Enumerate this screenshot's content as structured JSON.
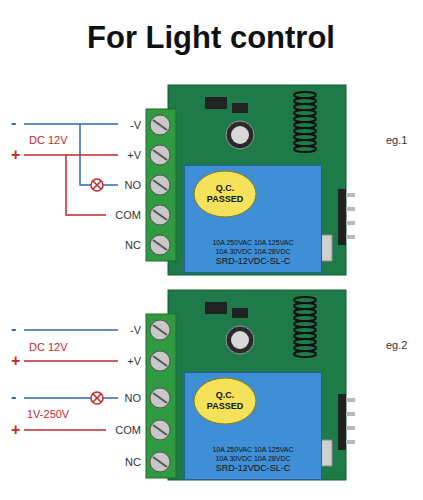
{
  "diagram": {
    "title": "For Light control",
    "nodes": [
      {
        "text": [
          "10A 250VAC 10A 125VAC",
          "10A 30VDC 10A 28VDC",
          "SRD-12VDC-SL-C"
        ]
      },
      {
        "text": [
          "Q.C. PASSED"
        ],
        "in": 0
      },
      {
        "text": [
          "10A 250VAC 10A 125VAC",
          "10A 30VDC 10A 28VDC",
          "SRD-12VDC-SL-C"
        ]
      },
      {
        "text": [
          "Q.C. PASSED"
        ],
        "in": 2
      }
    ],
    "labels": [
      "-",
      "DC 12V",
      "+",
      "-V",
      "+V",
      "NO",
      "COM",
      "NC",
      "eg.1",
      "-",
      "DC 12V",
      "+",
      "-",
      "1V-250V",
      "+",
      "-V",
      "+V",
      "NO",
      "COM",
      "NC",
      "eg.2"
    ]
  }
}
